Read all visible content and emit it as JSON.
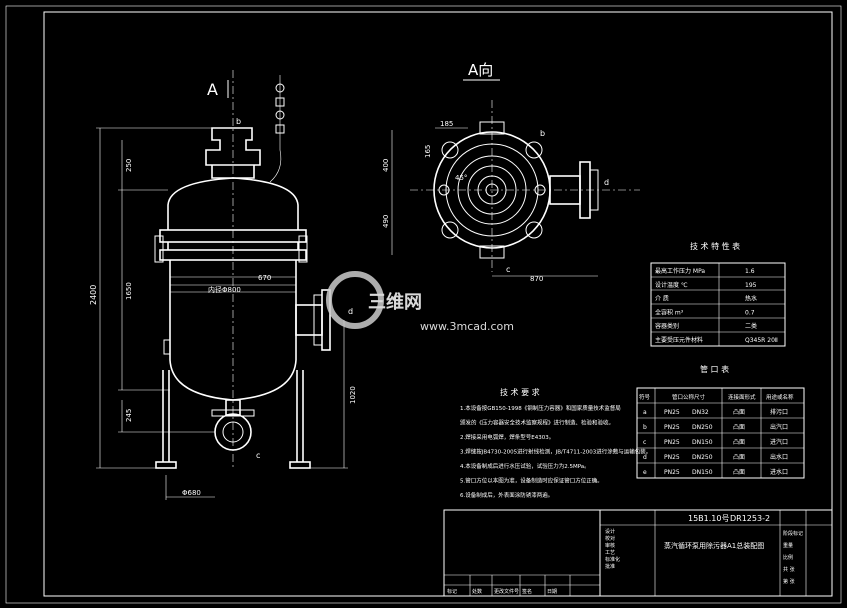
{
  "views": {
    "section_label": "A",
    "view_label": "A向"
  },
  "front_dims": {
    "overall_height": "2400",
    "top_height": "250",
    "shell_height": "1650",
    "leg_height": "1020",
    "bottom_nozzle": "245",
    "nozzle_offset": "670",
    "inner_diameter": "内径Φ800",
    "base": "Φ680",
    "nozzle_b": "b",
    "nozzle_d": "d",
    "nozzle_c": "c"
  },
  "plan_dims": {
    "d1": "185",
    "d2": "165",
    "d3": "400",
    "d4": "490",
    "d5": "870",
    "angle": "45°",
    "nozzle_d": "d",
    "nozzle_c": "c",
    "nozzle_b": "b"
  },
  "tech_table": {
    "title": "技 术 特 性 表",
    "rows": [
      [
        "最高工作压力 MPa",
        "1.6"
      ],
      [
        "设计温度 ℃",
        "195"
      ],
      [
        "介 质",
        "热水"
      ],
      [
        "全容积 m³",
        "0.7"
      ],
      [
        "容器类别",
        "二类"
      ],
      [
        "主要受压元件材料",
        "Q345R 20Ⅱ"
      ]
    ]
  },
  "nozzle_table": {
    "title": "管 口 表",
    "headers": [
      "符号",
      "管口公称尺寸",
      "连接面形式",
      "用途或名称"
    ],
    "rows": [
      [
        "a",
        "PN25",
        "DN32",
        "凸面",
        "排污口"
      ],
      [
        "b",
        "PN25",
        "DN250",
        "凸面",
        "出汽口"
      ],
      [
        "c",
        "PN25",
        "DN150",
        "凸面",
        "进汽口"
      ],
      [
        "d",
        "PN25",
        "DN250",
        "凸面",
        "出水口"
      ],
      [
        "e",
        "PN25",
        "DN150",
        "凸面",
        "进水口"
      ]
    ]
  },
  "notes": {
    "title": "技 术 要 求",
    "items": [
      "1.本设备按GB150-1998《钢制压力容器》和国家质量技术监督局",
      "  颁发的《压力容器安全技术监察规程》进行制造、检验和验收。",
      "2.焊接采用电弧焊，焊条型号E4303。",
      "3.焊缝按JB4730-2005进行射线检测，JB/T4711-2003进行涂敷与运输包装。",
      "4.本设备制成后进行水压试验，试验压力为2.5MPa。",
      "5.管口方位以本图为准，设备制造时应保证管口方位正确。",
      "6.设备制成后，外表面涂防锈漆两遍。"
    ]
  },
  "title_block": {
    "drawing_no": "DR1253-2",
    "code": "15B1.10号",
    "name": "蒸汽循环泵用除污器A1总装配图",
    "bottom_labels": [
      "标记",
      "处数",
      "更改文件号",
      "签名",
      "日期"
    ],
    "roles": [
      "设计",
      "校对",
      "审核",
      "工艺",
      "标准化",
      "批准"
    ],
    "right_labels": [
      "阶段标记",
      "重量",
      "比例",
      "共 张",
      "第 张"
    ]
  },
  "watermark": {
    "brand": "三维网",
    "url": "www.3mcad.com"
  }
}
